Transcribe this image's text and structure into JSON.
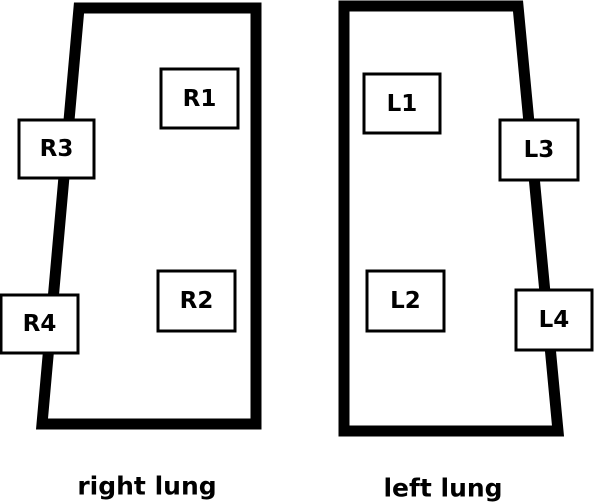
{
  "lungs": {
    "right": {
      "caption": "right lung",
      "zones": {
        "r1": "R1",
        "r2": "R2",
        "r3": "R3",
        "r4": "R4"
      }
    },
    "left": {
      "caption": "left lung",
      "zones": {
        "l1": "L1",
        "l2": "L2",
        "l3": "L3",
        "l4": "L4"
      }
    }
  },
  "colors": {
    "stroke": "#000000",
    "background": "#ffffff"
  }
}
